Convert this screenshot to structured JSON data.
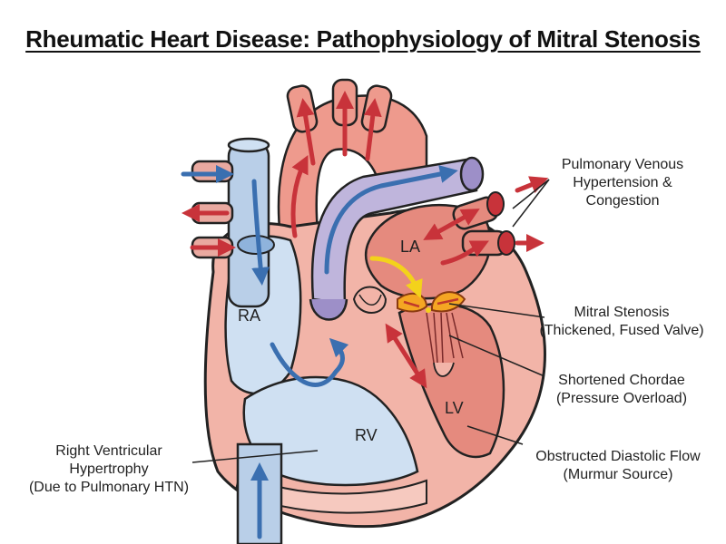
{
  "title": "Rheumatic Heart Disease: Pathophysiology of Mitral Stenosis",
  "chambers": {
    "ra": "RA",
    "rv": "RV",
    "la": "LA",
    "lv": "LV"
  },
  "callouts": {
    "pulmonary_venous": [
      "Pulmonary Venous",
      "Hypertension &",
      "Congestion"
    ],
    "mitral_stenosis": [
      "Mitral Stenosis",
      "(Thickened, Fused Valve)"
    ],
    "chordae": [
      "Shortened Chordae",
      "(Pressure Overload)"
    ],
    "diastolic_flow": [
      "Obstructed Diastolic Flow",
      "(Murmur Source)"
    ],
    "rv_hypertrophy": [
      "Right Ventricular",
      "Hypertrophy",
      "(Due to Pulmonary HTN)"
    ]
  },
  "colors": {
    "deoxygenated": "#3a6fb0",
    "oxygenated": "#c8333a",
    "heart_wall": "#f2b4a8",
    "right_chamber": "#cfe0f2",
    "left_chamber": "#e58a7e",
    "stenosis": "#f5a623",
    "flow_arrow": "#f3d21b"
  }
}
